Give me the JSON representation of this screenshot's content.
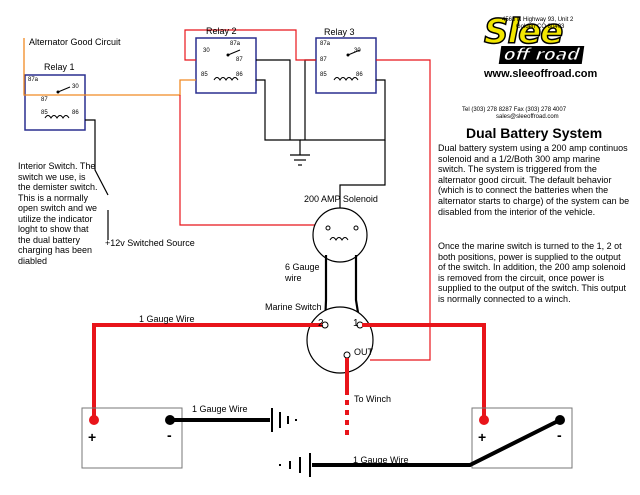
{
  "company": {
    "logo_line1": "Slee",
    "logo_line2": "off road",
    "address_line1": "4565 N Highway 93, Unit 2",
    "address_line2": "Golden CO 80403",
    "website": "www.sleeoffroad.com",
    "phone_fax": "Tel (303) 278 8287  Fax (303) 278 4007",
    "email": "sales@sleeoffroad.com"
  },
  "title": "Dual Battery System",
  "description": [
    "Dual battery system using a 200 amp continuos solenoid and a 1/2/Both 300 amp marine switch. The system is triggered from the alternator good circuit. The default behavior (which is to connect the batteries when the alternator starts to charge)  of the system can be disabled from the interior of the vehicle.",
    "Once the marine switch is turned to the 1, 2 ot both positions, power is supplied to the output of the switch. In addition, the 200 amp solenoid is removed from the circuit, once power is supplied to the output of the switch. This output is normally connected to a winch."
  ],
  "labels": {
    "alternator": "Alternator Good Circuit",
    "relay1": "Relay 1",
    "relay2": "Relay 2",
    "relay3": "Relay 3",
    "interior_switch": "Interior Switch. The switch we use, is the demister switch. This is a normally open switch and we utilize the indicator loght to show that the dual battery charging has been diabled",
    "switched_source": "+12v Switched Source",
    "solenoid": "200 AMP Solenoid",
    "gauge6": "6 Gauge wire",
    "marine_switch": "Marine Switch",
    "gauge1_top": "1 Gauge Wire",
    "gauge1_mid": "1 Gauge Wire",
    "gauge1_bottom": "1 Gauge Wire",
    "to_winch": "To Winch",
    "out": "OUT",
    "pos2": "2",
    "pos1": "1",
    "plus": "+",
    "minus": "-"
  },
  "relay_pins": {
    "p87a": "87a",
    "p30": "30",
    "p87": "87",
    "p85": "85",
    "p86": "86"
  },
  "colors": {
    "red_wire": "#e8141a",
    "black_wire": "#000000",
    "orange_wire": "#f08a24",
    "relay_border": "#2a2f8f",
    "logo_yellow": "#f2e600"
  }
}
